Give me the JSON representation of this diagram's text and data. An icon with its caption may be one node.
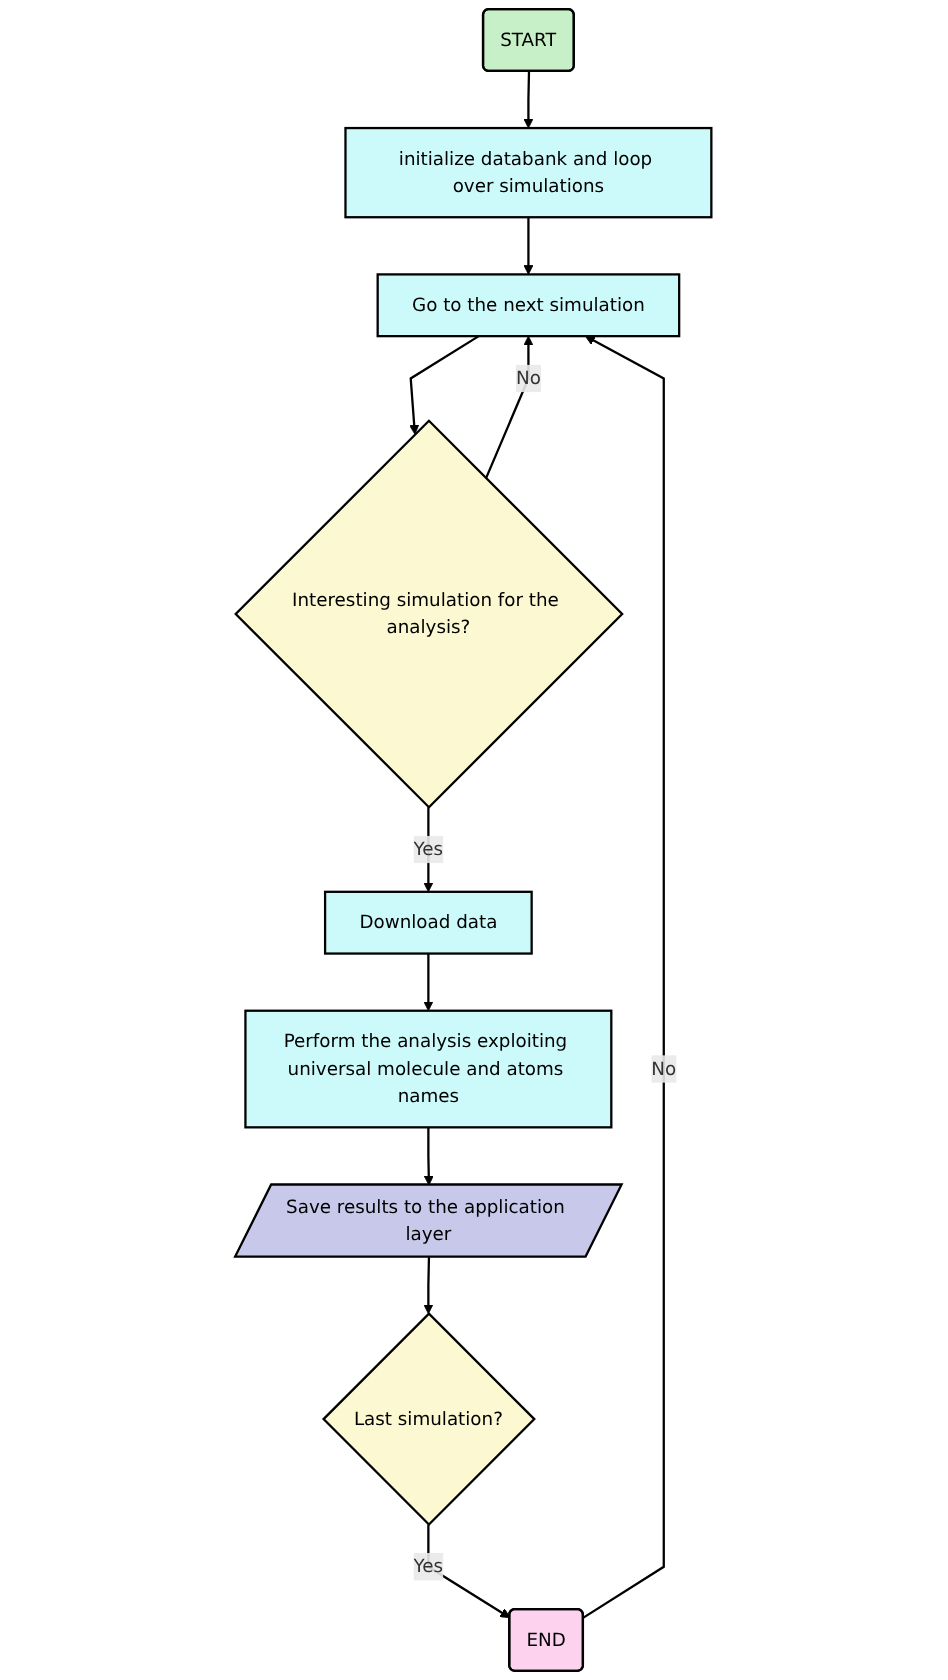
{
  "diagram": {
    "nodes": [
      {
        "text": [
          "START"
        ]
      },
      {
        "text": [
          "initialize databank and loop over simulations"
        ]
      },
      {
        "text": [
          "Go to the next simulation"
        ]
      },
      {
        "text": [
          "Interesting simulation for the analysis?"
        ]
      },
      {
        "text": [
          "Download data"
        ]
      },
      {
        "text": [
          "Perform the analysis exploiting universal molecule and atoms names"
        ]
      },
      {
        "text": [
          "Save results to the application layer"
        ]
      },
      {
        "text": [
          "Last simulation?"
        ]
      },
      {
        "text": [
          "END"
        ]
      }
    ],
    "edges": [
      {
        "from": 0,
        "to": 1,
        "arrow": "to"
      },
      {
        "from": 1,
        "to": 2,
        "arrow": "to"
      },
      {
        "from": 2,
        "to": 3,
        "arrow": "to"
      },
      {
        "from": 3,
        "to": 2,
        "arrow": "to",
        "label": "No"
      },
      {
        "from": 3,
        "to": 4,
        "arrow": "to",
        "label": "Yes"
      },
      {
        "from": 4,
        "to": 5,
        "arrow": "to"
      },
      {
        "from": 5,
        "to": 6,
        "arrow": "to"
      },
      {
        "from": 6,
        "to": 7,
        "arrow": "to"
      },
      {
        "from": 7,
        "to": 8,
        "arrow": "to",
        "label": "Yes"
      },
      {
        "from": 8,
        "to": 2,
        "arrow": "to",
        "label": "No"
      }
    ]
  }
}
